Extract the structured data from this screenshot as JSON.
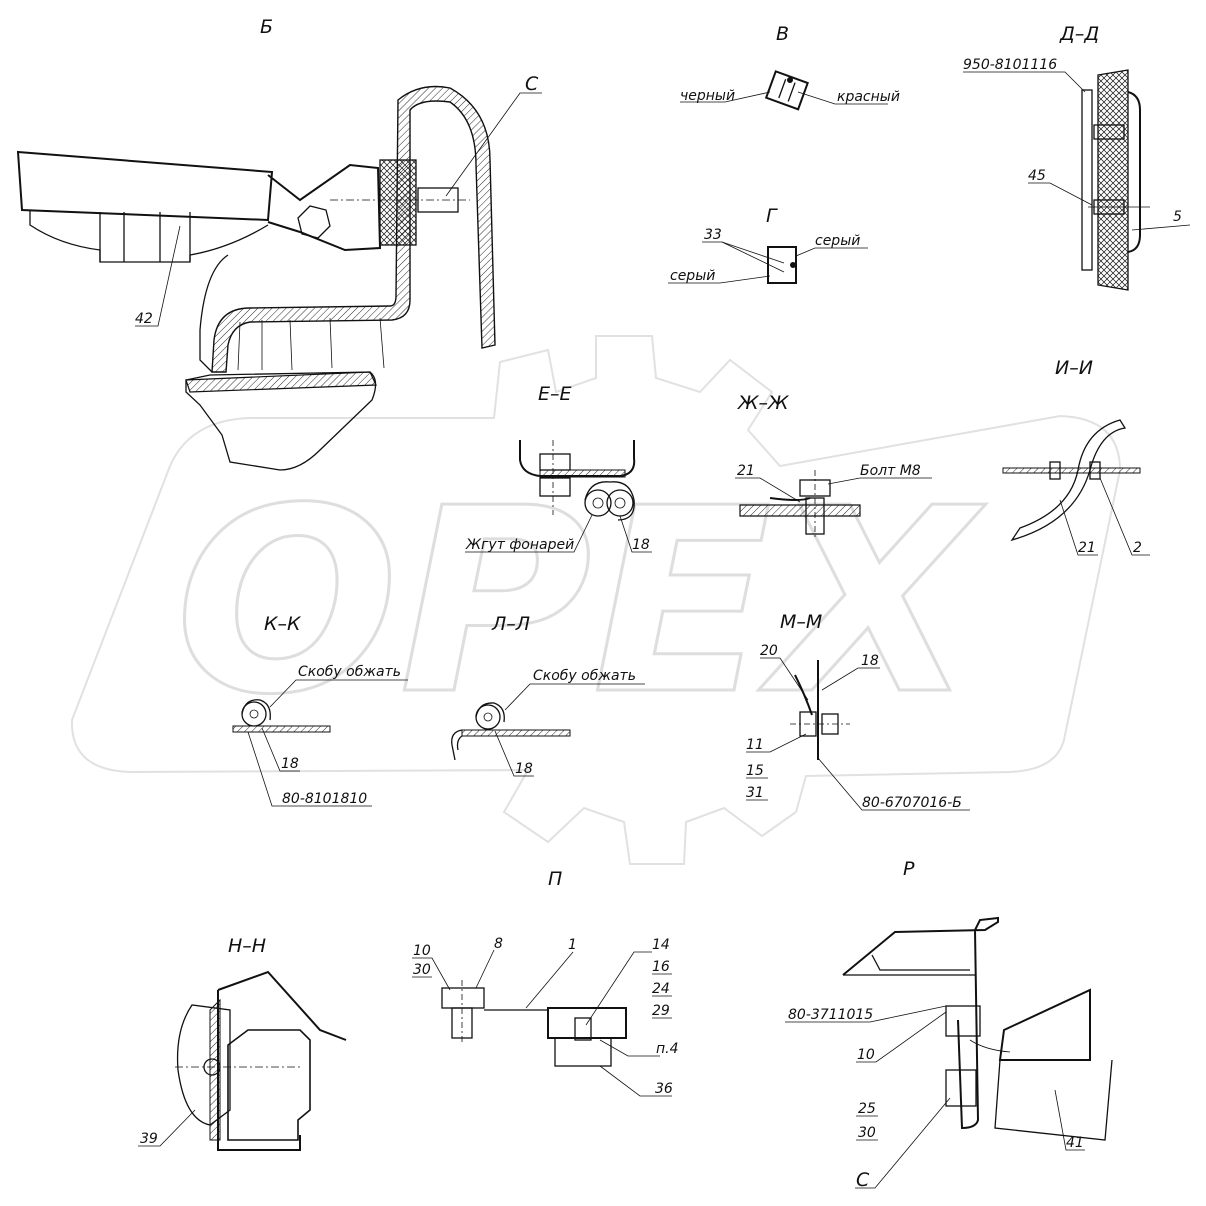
{
  "watermark": {
    "text": "OPEX"
  },
  "sections": {
    "B": "Б",
    "V": "В",
    "DD": "Д–Д",
    "G": "Г",
    "II": "И–И",
    "EE": "Е–Е",
    "ZhZh": "Ж–Ж",
    "KK": "К–К",
    "LL": "Л–Л",
    "MM": "М–М",
    "P": "П",
    "R": "Р",
    "NN": "Н–Н"
  },
  "labels": {
    "b_C": "С",
    "b_42": "42",
    "v_black": "черный",
    "v_red": "красный",
    "dd_part": "950-8101116",
    "dd_45": "45",
    "dd_5": "5",
    "g_33": "33",
    "g_grey1": "серый",
    "g_grey2": "серый",
    "ii_21": "21",
    "ii_2": "2",
    "ee_harness": "Жгут фонарей",
    "ee_18": "18",
    "zh_21": "21",
    "zh_bolt": "Болт М8",
    "kk_bracket": "Скобу обжать",
    "kk_18": "18",
    "kk_part": "80-8101810",
    "ll_bracket": "Скобу обжать",
    "ll_18": "18",
    "mm_20": "20",
    "mm_18": "18",
    "mm_11": "11",
    "mm_15": "15",
    "mm_31": "31",
    "mm_part": "80-6707016-Б",
    "p_10": "10",
    "p_30": "30",
    "p_8": "8",
    "p_1": "1",
    "p_14": "14",
    "p_16": "16",
    "p_24": "24",
    "p_29": "29",
    "p_n4": "п.4",
    "p_36": "36",
    "r_part": "80-3711015",
    "r_10": "10",
    "r_25": "25",
    "r_30": "30",
    "r_41": "41",
    "r_C": "С",
    "nn_39": "39"
  }
}
